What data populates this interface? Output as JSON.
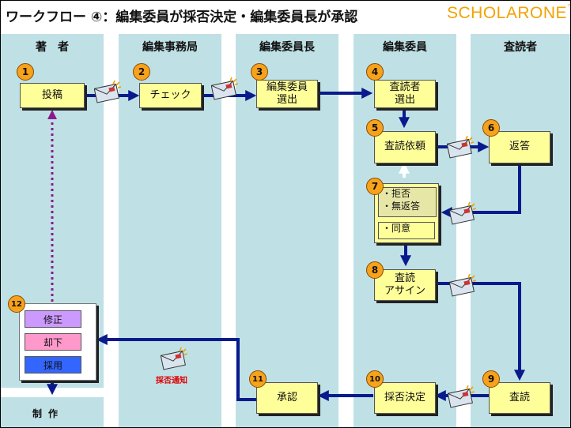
{
  "header": {
    "title": "ワークフロー ④：編集委員が採否決定・編集委員長が承認",
    "logo": "SCHOLARONE",
    "logo_tm": "™"
  },
  "lanes": [
    "著　者",
    "編集事務局",
    "編集委員長",
    "編集委員",
    "査読者"
  ],
  "steps": [
    {
      "num": "1",
      "label": "投稿"
    },
    {
      "num": "2",
      "label": "チェック"
    },
    {
      "num": "3",
      "label": "編集委員\n選出"
    },
    {
      "num": "4",
      "label": "査読者\n選出"
    },
    {
      "num": "5",
      "label": "査読依頼"
    },
    {
      "num": "6",
      "label": "返答"
    },
    {
      "num": "7",
      "label": ""
    },
    {
      "num": "8",
      "label": "査読\nアサイン"
    },
    {
      "num": "9",
      "label": "査読"
    },
    {
      "num": "10",
      "label": "採否決定"
    },
    {
      "num": "11",
      "label": "承認"
    },
    {
      "num": "12",
      "label": ""
    }
  ],
  "step7_options": {
    "declined": "・拒否\n・無返答",
    "accepted": "・同意"
  },
  "decision_buttons": [
    {
      "label": "修正",
      "color": "#cc99ff"
    },
    {
      "label": "却下",
      "color": "#ff99cc"
    },
    {
      "label": "採用",
      "color": "#3366ff"
    }
  ],
  "decision_notice": "採否通知",
  "production_label": "制作",
  "colors": {
    "lane": "#bfe1e6",
    "box": "#ffff99",
    "badge": "#f7a21b",
    "arrow": "#0a1a8c",
    "revision_arrow": "#8b1a8b",
    "notice": "#e00000",
    "logo": "#f2a300"
  }
}
